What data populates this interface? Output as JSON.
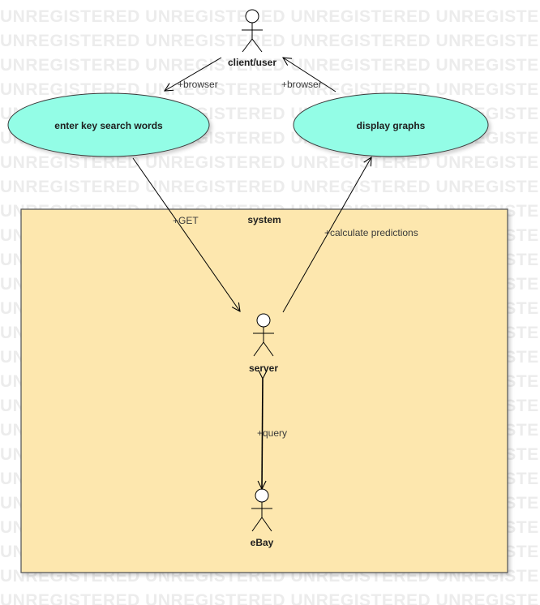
{
  "watermark": {
    "text": "UNREGISTERED"
  },
  "diagram": {
    "actors": {
      "client": "client/user",
      "server": "server",
      "ebay": "eBay"
    },
    "use_cases": {
      "search": "enter key search words",
      "graphs": "display graphs"
    },
    "system": {
      "label": "system"
    },
    "associations": {
      "client_to_search": "+browser",
      "graphs_to_client": "+browser",
      "search_to_server": "+GET",
      "server_to_graphs": "+calculate predictions",
      "server_ebay": "+query"
    }
  }
}
